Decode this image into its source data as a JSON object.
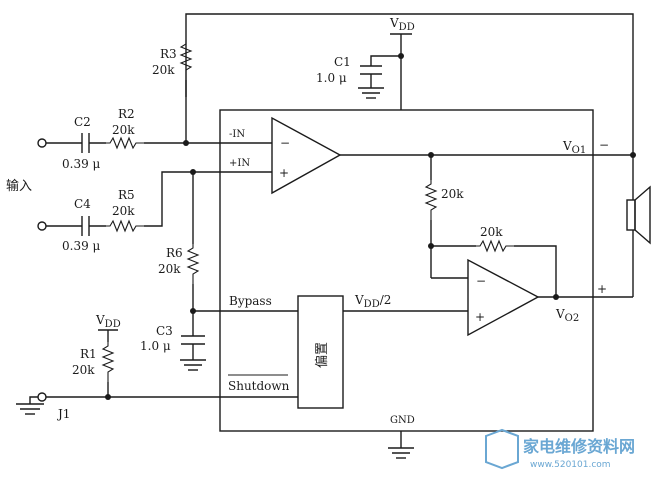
{
  "labels": {
    "r3": "R3",
    "r3_val": "20k",
    "c1": "C1",
    "c1_val": "1.0 μ",
    "vdd_top": "V",
    "vdd_sub": "DD",
    "c2": "C2",
    "c2_val": "0.39 μ",
    "r2": "R2",
    "r2_val": "20k",
    "c4": "C4",
    "c4_val": "0.39 μ",
    "r5": "R5",
    "r5_val": "20k",
    "input": "输入",
    "neg_in": "-IN",
    "pos_in": "+IN",
    "amp1_minus": "−",
    "amp1_plus": "+",
    "vo1": "V",
    "vo1_sub": "O1",
    "vo1_sign": "−",
    "r_mid": "20k",
    "r_fb": "20k",
    "r6": "R6",
    "r6_val": "20k",
    "c3": "C3",
    "c3_val": "1.0 μ",
    "bypass": "Bypass",
    "vdd_half": "V",
    "vdd_half_sub": "DD",
    "vdd_half_suffix": "/2",
    "bias": "偏置",
    "amp2_minus": "−",
    "amp2_plus": "+",
    "vo2": "V",
    "vo2_sub": "O2",
    "vo2_sign": "+",
    "vdd_left": "V",
    "vdd_left_sub": "DD",
    "r1": "R1",
    "r1_val": "20k",
    "shutdown": "Shutdown",
    "j1": "J1",
    "gnd": "GND"
  },
  "watermark": {
    "cn": "家电维修资料网",
    "url": "www.520101.com"
  },
  "colors": {
    "line": "#1b1b1b",
    "watermark": "#6aa7d3"
  }
}
